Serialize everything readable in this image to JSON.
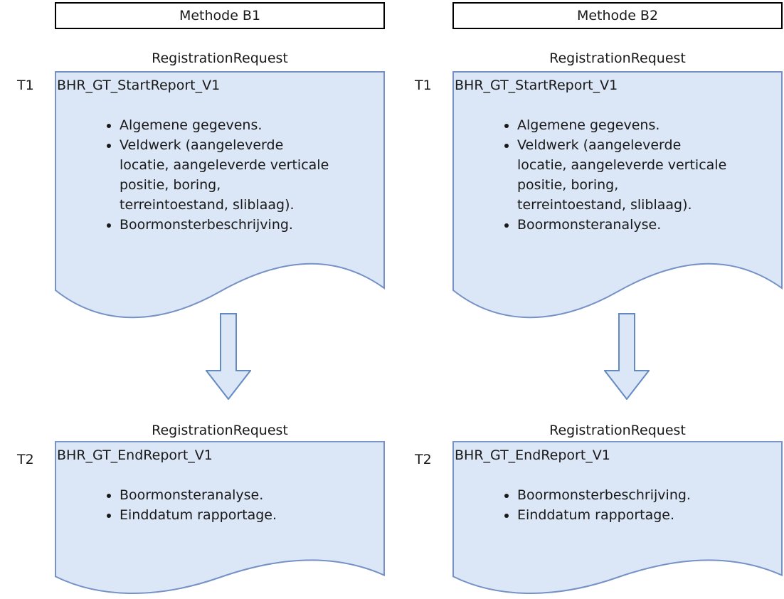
{
  "colors": {
    "doc_fill": "#dbe6f6",
    "doc_stroke": "#7591c5",
    "arrow_fill": "#dbe6f6",
    "arrow_stroke": "#648ac2",
    "header_border": "#000000",
    "text": "#191919"
  },
  "icons": {
    "flow_arrow": "down-arrow"
  },
  "columns": [
    {
      "header": "Methode B1",
      "stages": [
        {
          "label": "T1",
          "request_type": "RegistrationRequest",
          "title": "BHR_GT_StartReport_V1",
          "bullets": [
            "Algemene gegevens.",
            "Veldwerk (aangeleverde\nlocatie, aangeleverde verticale\npositie, boring,\nterreintoestand, sliblaag).",
            "Boormonsterbeschrijving."
          ]
        },
        {
          "label": "T2",
          "request_type": "RegistrationRequest",
          "title": "BHR_GT_EndReport_V1",
          "bullets": [
            "Boormonsteranalyse.",
            "Einddatum rapportage."
          ]
        }
      ]
    },
    {
      "header": "Methode B2",
      "stages": [
        {
          "label": "T1",
          "request_type": "RegistrationRequest",
          "title": "BHR_GT_StartReport_V1",
          "bullets": [
            "Algemene gegevens.",
            "Veldwerk (aangeleverde\nlocatie, aangeleverde verticale\npositie, boring,\nterreintoestand, sliblaag).",
            "Boormonsteranalyse."
          ]
        },
        {
          "label": "T2",
          "request_type": "RegistrationRequest",
          "title": "BHR_GT_EndReport_V1",
          "bullets": [
            "Boormonsterbeschrijving.",
            "Einddatum rapportage."
          ]
        }
      ]
    }
  ]
}
